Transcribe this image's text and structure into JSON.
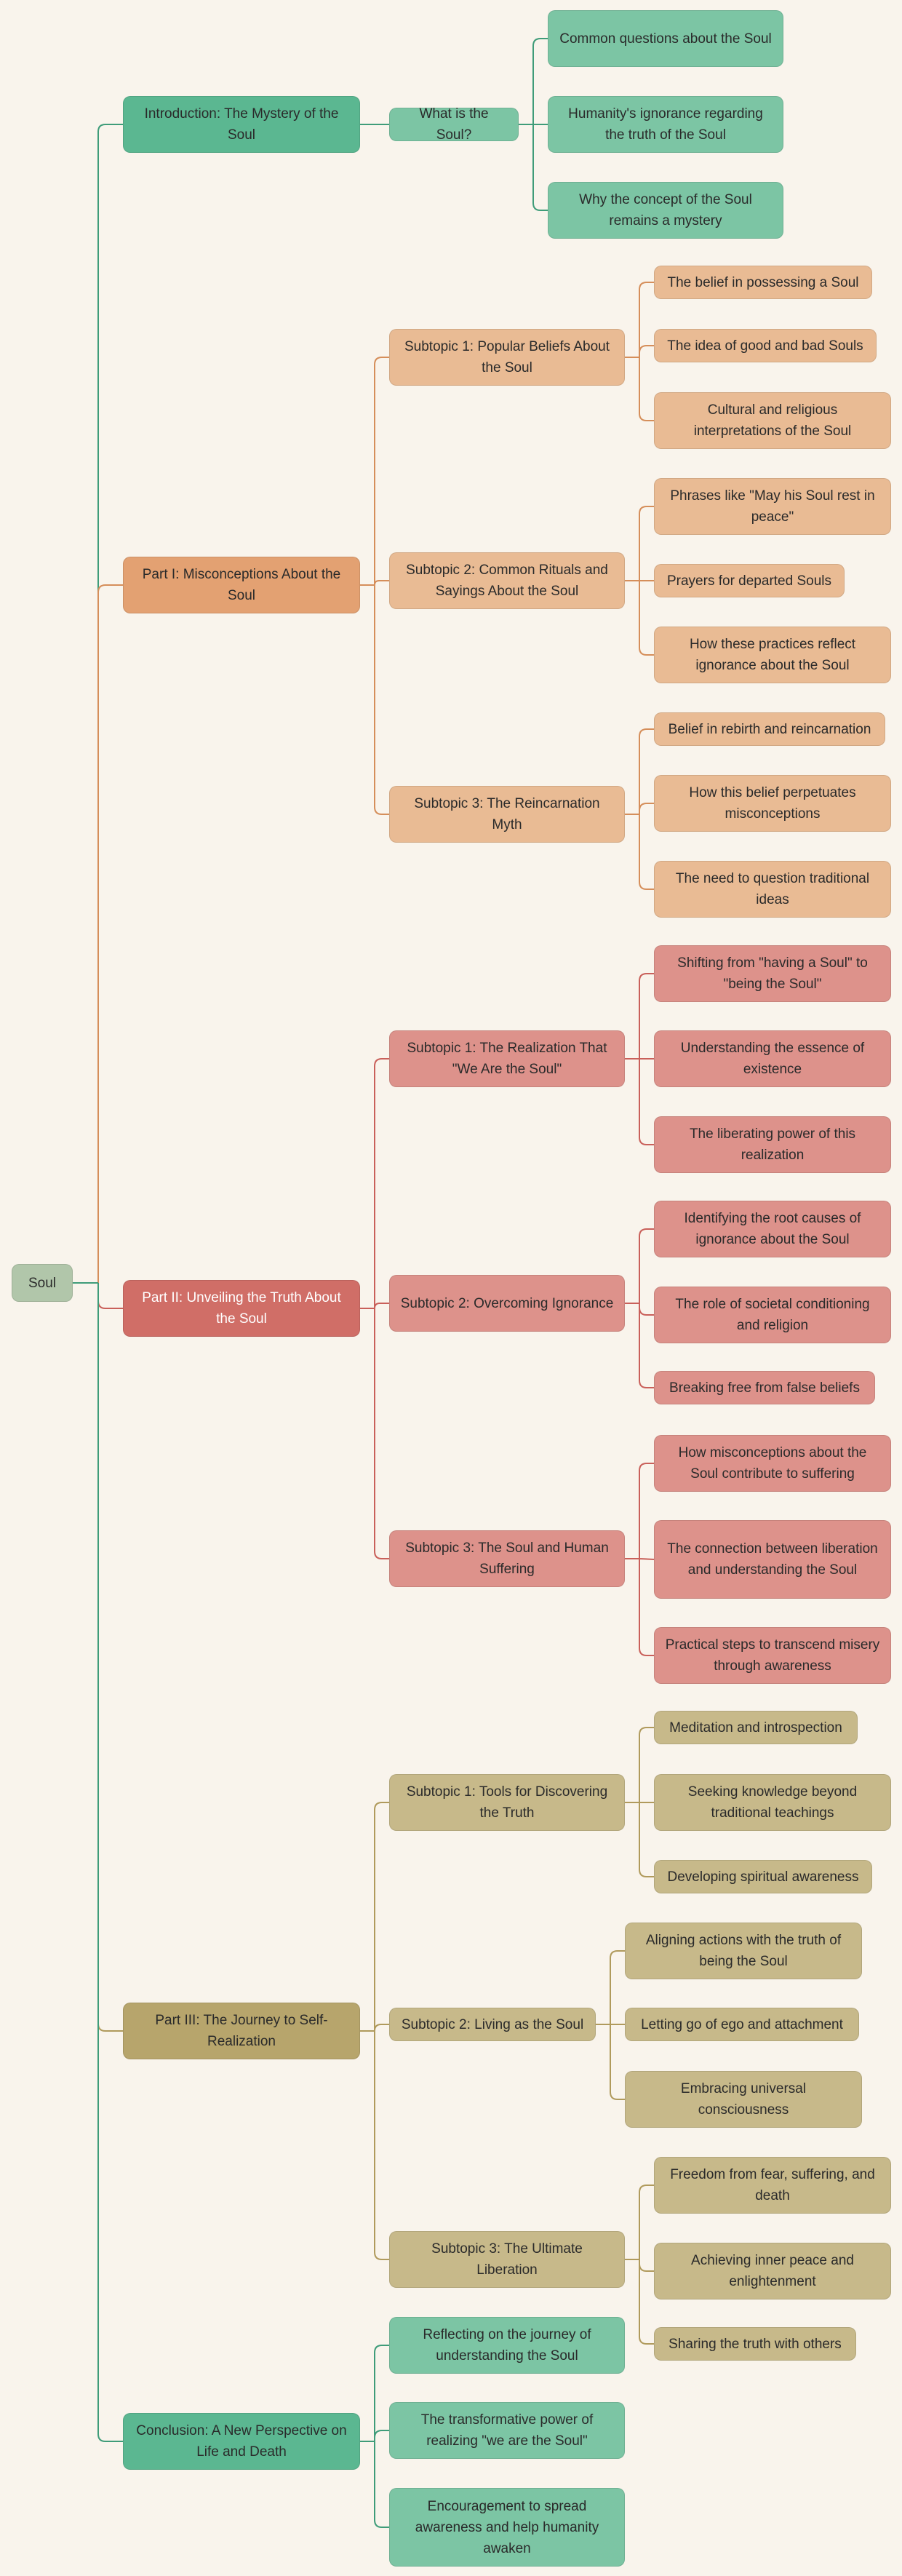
{
  "root": {
    "label": "Soul"
  },
  "sections": [
    {
      "label": "Introduction: The Mystery of the Soul",
      "subtopics": [
        {
          "label": "What is the Soul?",
          "items": [
            "Common questions about the Soul",
            "Humanity's ignorance regarding the truth of the Soul",
            "Why the concept of the Soul remains a mystery"
          ]
        }
      ]
    },
    {
      "label": "Part I: Misconceptions About the Soul",
      "subtopics": [
        {
          "label": "Subtopic 1: Popular Beliefs About the Soul",
          "items": [
            "The belief in possessing a Soul",
            "The idea of good and bad Souls",
            "Cultural and religious interpretations of the Soul"
          ]
        },
        {
          "label": "Subtopic 2: Common Rituals and Sayings About the Soul",
          "items": [
            "Phrases like \"May his Soul rest in peace\"",
            "Prayers for departed Souls",
            "How these practices reflect ignorance about the Soul"
          ]
        },
        {
          "label": "Subtopic 3: The Reincarnation Myth",
          "items": [
            "Belief in rebirth and reincarnation",
            "How this belief perpetuates misconceptions",
            "The need to question traditional ideas"
          ]
        }
      ]
    },
    {
      "label": "Part II: Unveiling the Truth About the Soul",
      "subtopics": [
        {
          "label": "Subtopic 1: The Realization That \"We Are the Soul\"",
          "items": [
            "Shifting from \"having a Soul\" to \"being the Soul\"",
            "Understanding the essence of existence",
            "The liberating power of this realization"
          ]
        },
        {
          "label": "Subtopic 2: Overcoming Ignorance",
          "items": [
            "Identifying the root causes of ignorance about the Soul",
            "The role of societal conditioning and religion",
            "Breaking free from false beliefs"
          ]
        },
        {
          "label": "Subtopic 3: The Soul and Human Suffering",
          "items": [
            "How misconceptions about the Soul contribute to suffering",
            "The connection between liberation and understanding the Soul",
            "Practical steps to transcend misery through awareness"
          ]
        }
      ]
    },
    {
      "label": "Part III: The Journey to Self-Realization",
      "subtopics": [
        {
          "label": "Subtopic 1: Tools for Discovering the Truth",
          "items": [
            "Meditation and introspection",
            "Seeking knowledge beyond traditional teachings",
            "Developing spiritual awareness"
          ]
        },
        {
          "label": "Subtopic 2: Living as the Soul",
          "items": [
            "Aligning actions with the truth of being the Soul",
            "Letting go of ego and attachment",
            "Embracing universal consciousness"
          ]
        },
        {
          "label": "Subtopic 3: The Ultimate Liberation",
          "items": [
            "Freedom from fear, suffering, and death",
            "Achieving inner peace and enlightenment",
            "Sharing the truth with others"
          ]
        }
      ]
    },
    {
      "label": "Conclusion: A New Perspective on Life and Death",
      "subtopics": [
        {
          "label": "Reflecting on the journey of understanding the Soul",
          "items": []
        },
        {
          "label": "The transformative power of realizing \"we are the Soul\"",
          "items": []
        },
        {
          "label": "Encouragement to spread awareness and help humanity awaken",
          "items": []
        }
      ]
    }
  ],
  "colors": {
    "green": {
      "main": "#5bb791",
      "light": "#7cc5a4",
      "line": "#3f9c79"
    },
    "orange": {
      "main": "#e3a172",
      "light": "#e9bb94",
      "line": "#d58e5a"
    },
    "red": {
      "main": "#d06e67",
      "light": "#dd928b",
      "line": "#c9605a"
    },
    "khaki": {
      "main": "#b7a56c",
      "light": "#c7b98a",
      "line": "#b09a5c"
    },
    "root": "#b1c6aa"
  }
}
